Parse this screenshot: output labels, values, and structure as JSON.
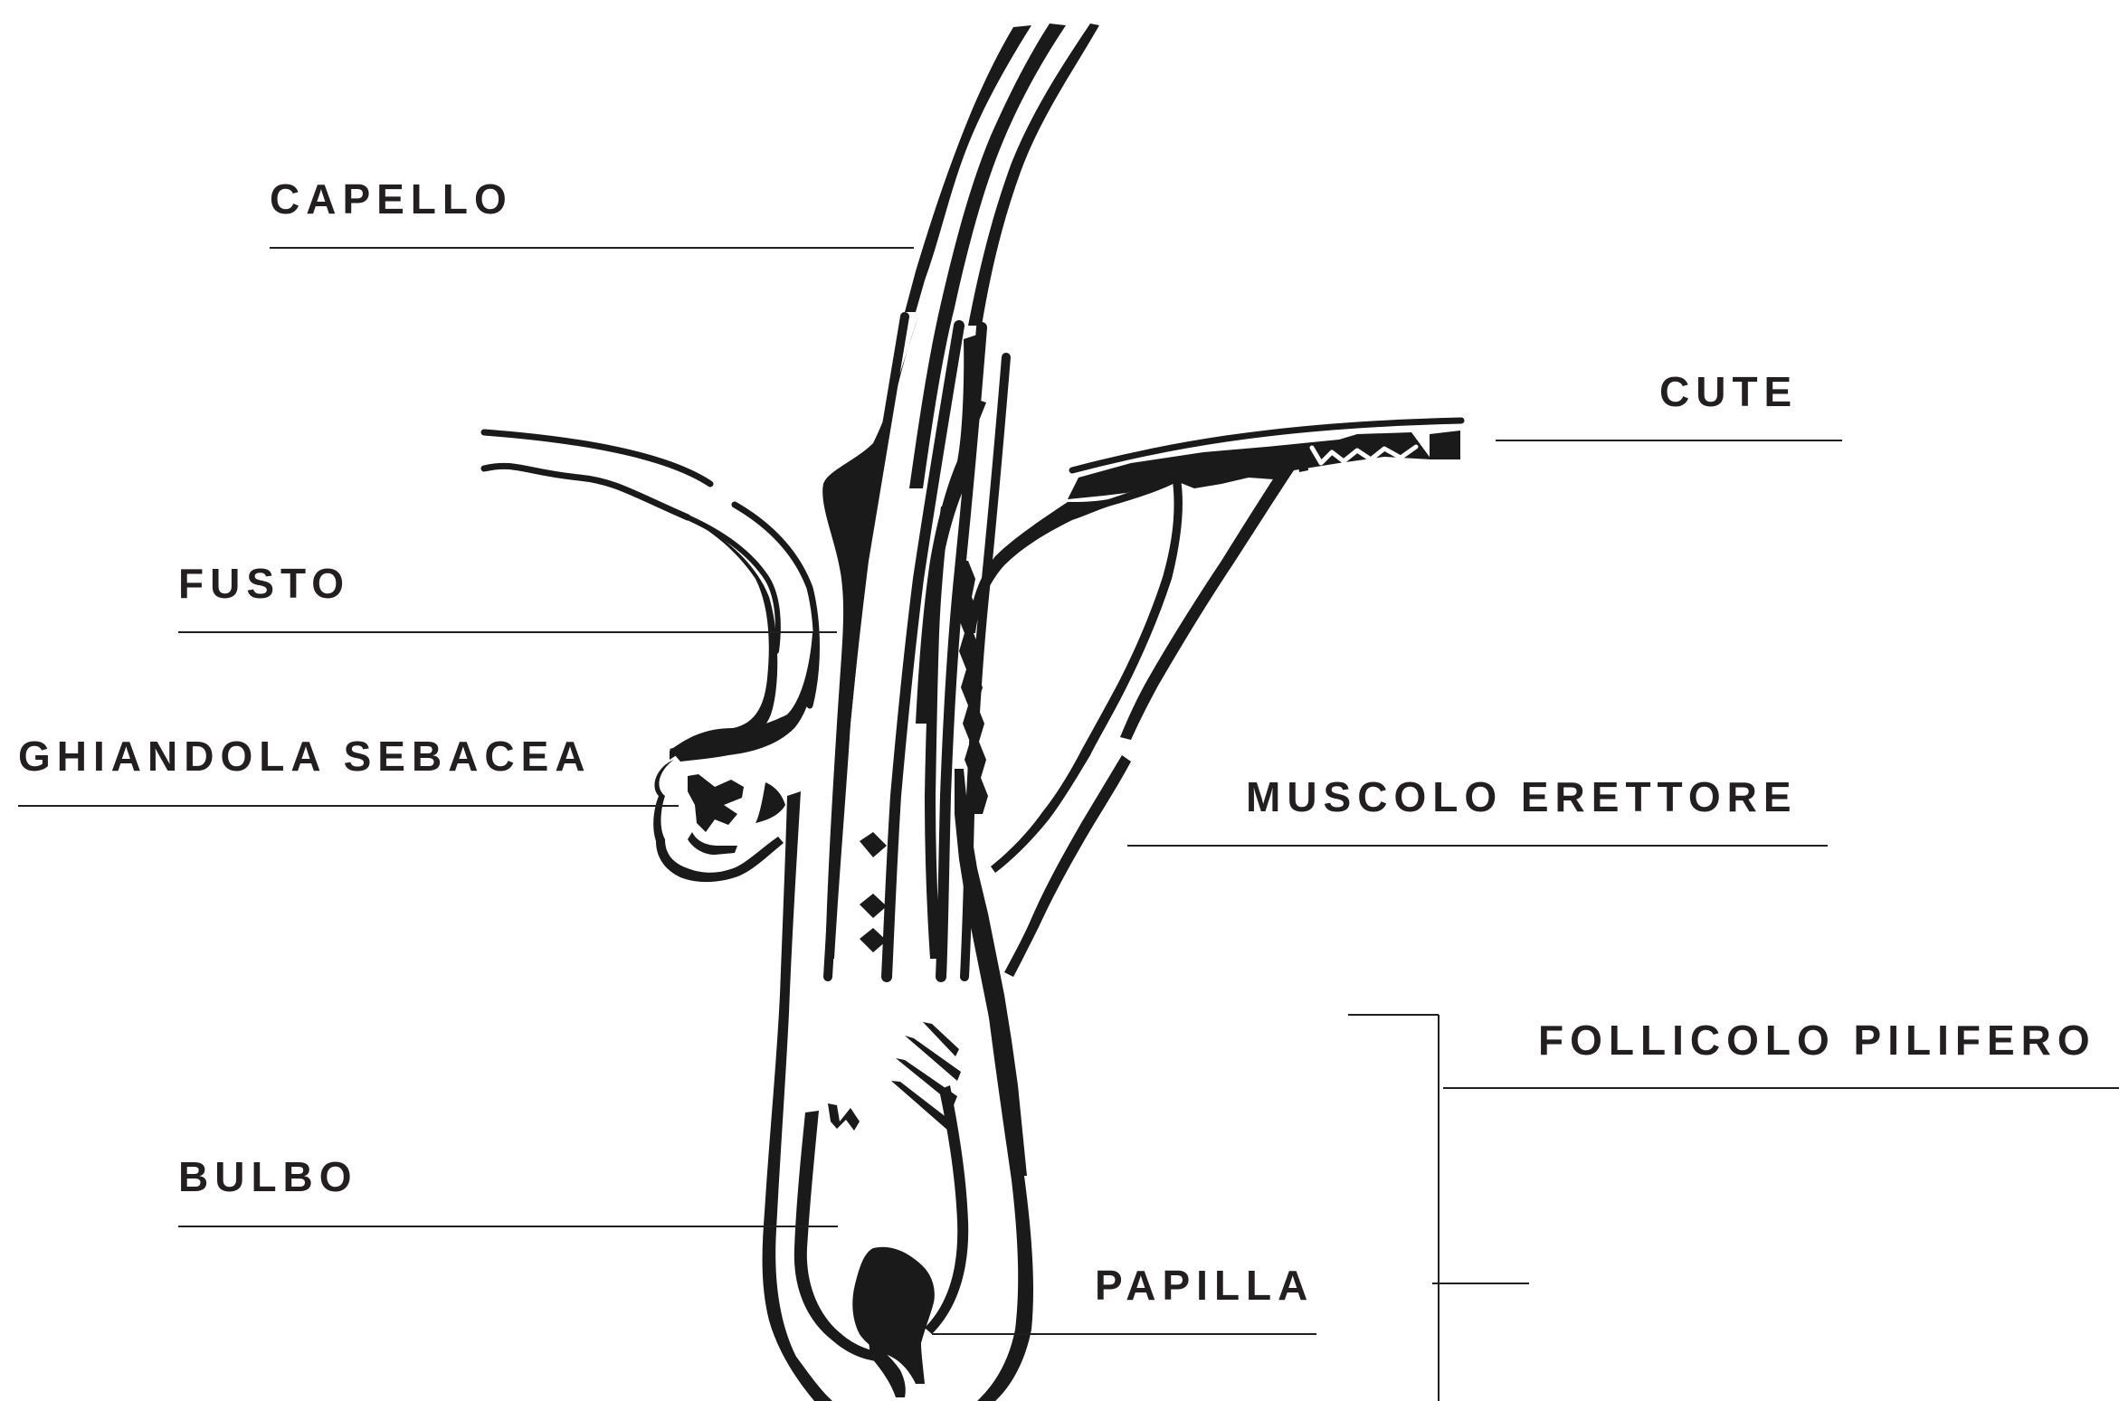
{
  "labels": {
    "capello": "CAPELLO",
    "cute": "CUTE",
    "fusto": "FUSTO",
    "ghiandola_sebacea": "GHIANDOLA SEBACEA",
    "muscolo_erettore": "MUSCOLO ERETTORE",
    "follicolo_pilifero": "FOLLICOLO PILIFERO",
    "bulbo": "BULBO",
    "papilla": "PAPILLA"
  },
  "colors": {
    "ink": "#1a1a1a",
    "text": "#231f20",
    "background": "#ffffff"
  }
}
